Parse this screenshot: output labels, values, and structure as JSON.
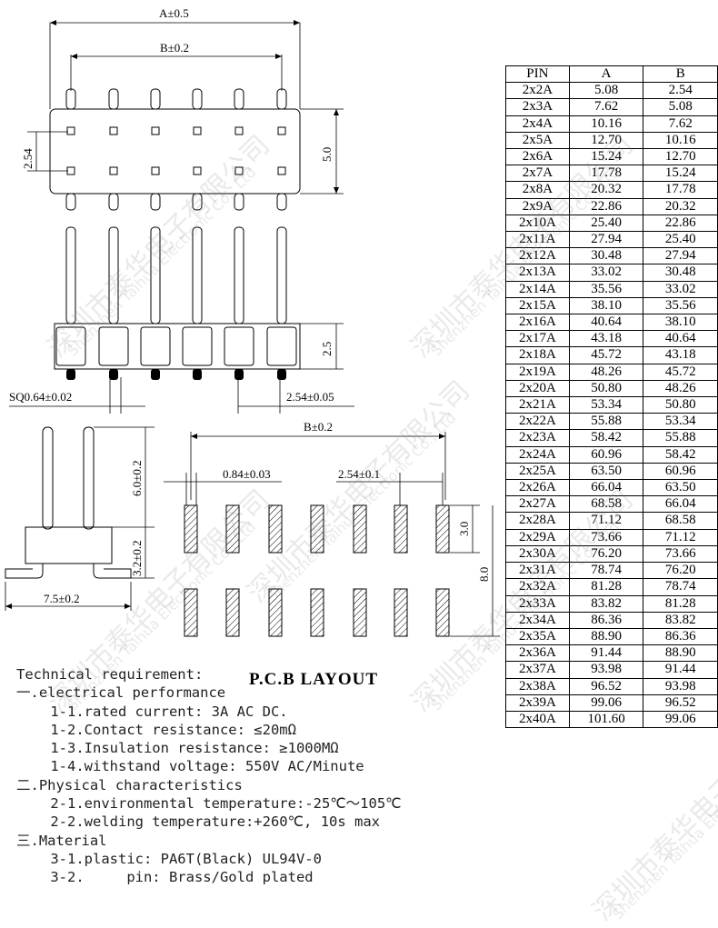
{
  "dimensions": {
    "a_tol": "A±0.5",
    "b_tol_top": "B±0.2",
    "pitch_v": "2.54",
    "height_body": "5.0",
    "body_h": "2.5",
    "sq": "SQ0.64±0.02",
    "pitch": "2.54±0.05",
    "pin_height": "6.0±0.2",
    "body_height": "3.2±0.2",
    "width": "7.5±0.2",
    "b_tol_pcb": "B±0.2",
    "pad_w": "0.84±0.03",
    "pad_pitch": "2.54±0.1",
    "pad_h": "3.0",
    "pad_span": "8.0"
  },
  "pcb_title": "P.C.B  LAYOUT",
  "table": {
    "headers": [
      "PIN",
      "A",
      "B"
    ],
    "rows": [
      [
        "2x2A",
        "5.08",
        "2.54"
      ],
      [
        "2x3A",
        "7.62",
        "5.08"
      ],
      [
        "2x4A",
        "10.16",
        "7.62"
      ],
      [
        "2x5A",
        "12.70",
        "10.16"
      ],
      [
        "2x6A",
        "15.24",
        "12.70"
      ],
      [
        "2x7A",
        "17.78",
        "15.24"
      ],
      [
        "2x8A",
        "20.32",
        "17.78"
      ],
      [
        "2x9A",
        "22.86",
        "20.32"
      ],
      [
        "2x10A",
        "25.40",
        "22.86"
      ],
      [
        "2x11A",
        "27.94",
        "25.40"
      ],
      [
        "2x12A",
        "30.48",
        "27.94"
      ],
      [
        "2x13A",
        "33.02",
        "30.48"
      ],
      [
        "2x14A",
        "35.56",
        "33.02"
      ],
      [
        "2x15A",
        "38.10",
        "35.56"
      ],
      [
        "2x16A",
        "40.64",
        "38.10"
      ],
      [
        "2x17A",
        "43.18",
        "40.64"
      ],
      [
        "2x18A",
        "45.72",
        "43.18"
      ],
      [
        "2x19A",
        "48.26",
        "45.72"
      ],
      [
        "2x20A",
        "50.80",
        "48.26"
      ],
      [
        "2x21A",
        "53.34",
        "50.80"
      ],
      [
        "2x22A",
        "55.88",
        "53.34"
      ],
      [
        "2x23A",
        "58.42",
        "55.88"
      ],
      [
        "2x24A",
        "60.96",
        "58.42"
      ],
      [
        "2x25A",
        "63.50",
        "60.96"
      ],
      [
        "2x26A",
        "66.04",
        "63.50"
      ],
      [
        "2x27A",
        "68.58",
        "66.04"
      ],
      [
        "2x28A",
        "71.12",
        "68.58"
      ],
      [
        "2x29A",
        "73.66",
        "71.12"
      ],
      [
        "2x30A",
        "76.20",
        "73.66"
      ],
      [
        "2x31A",
        "78.74",
        "76.20"
      ],
      [
        "2x32A",
        "81.28",
        "78.74"
      ],
      [
        "2x33A",
        "83.82",
        "81.28"
      ],
      [
        "2x34A",
        "86.36",
        "83.82"
      ],
      [
        "2x35A",
        "88.90",
        "86.36"
      ],
      [
        "2x36A",
        "91.44",
        "88.90"
      ],
      [
        "2x37A",
        "93.98",
        "91.44"
      ],
      [
        "2x38A",
        "96.52",
        "93.98"
      ],
      [
        "2x39A",
        "99.06",
        "96.52"
      ],
      [
        "2x40A",
        "101.60",
        "99.06"
      ]
    ]
  },
  "tech": [
    "Technical requirement:",
    "一.electrical performance",
    "    1-1.rated current: 3A AC DC.",
    "    1-2.Contact resistance: ≤20mΩ",
    "    1-3.Insulation resistance: ≥1000MΩ",
    "    1-4.withstand voltage: 550V AC/Minute",
    "二.Physical characteristics",
    "    2-1.environmental temperature:-25℃～105℃",
    "    2-2.welding temperature:+260℃, 10s max",
    "三.Material",
    "    3-1.plastic: PA6T(Black) UL94V-0",
    "    3-2.     pin: Brass/Gold plated"
  ],
  "watermark": {
    "cn": "深圳市泰华电子有限公司",
    "en": "Shenzhen Taihua Electronic Co., Ltd"
  }
}
